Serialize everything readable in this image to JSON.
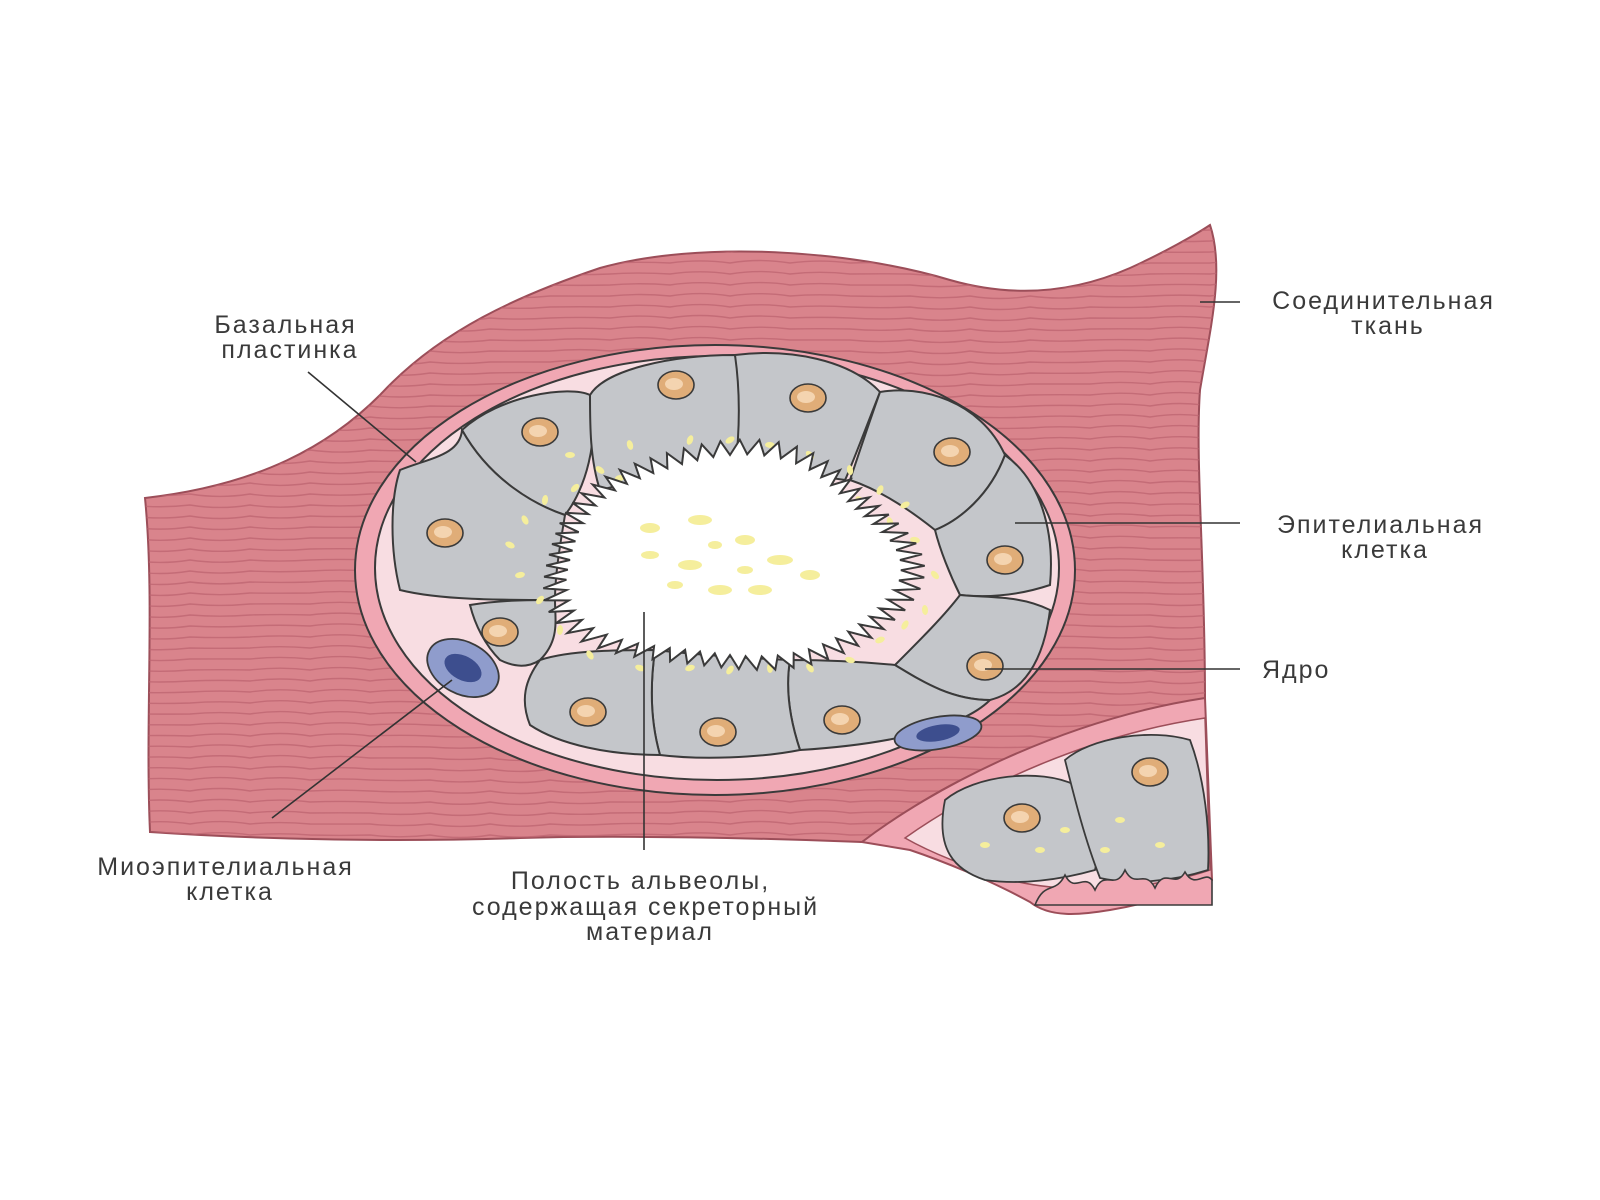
{
  "diagram": {
    "labels": {
      "basal_lamina": [
        "Базальная",
        "пластинка"
      ],
      "connective_tissue": [
        "Соединительная",
        "ткань"
      ],
      "epithelial_cell": [
        "Эпителиальная",
        "клетка"
      ],
      "nucleus": [
        "Ядро"
      ],
      "myoepithelial_cell": [
        "Миоэпителиальная",
        "клетка"
      ],
      "alveolus_lumen": [
        "Полость альвеолы,",
        "содержащая секреторный",
        "материал"
      ]
    },
    "colors": {
      "connective_tissue": "#d9848c",
      "connective_stripes": "#bd6470",
      "basal_lamina": "#f0a7b3",
      "cell_gap": "#f8dde2",
      "epithelial_cell": "#c4c6ca",
      "nucleus": "#e0ad78",
      "nucleus_dot": "#f4d4b0",
      "secretory_granule": "#f5ee9c",
      "myoepithelial_outer": "#8f9ccc",
      "myoepithelial_nucleus": "#3d4e8e",
      "lumen": "#ffffff",
      "leader_line": "#333333"
    }
  }
}
